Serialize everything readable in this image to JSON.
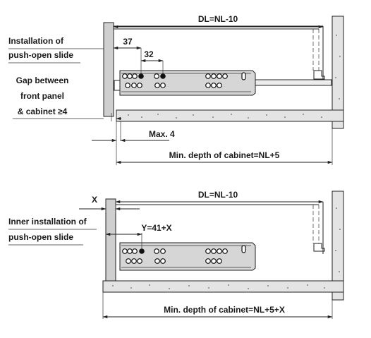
{
  "top": {
    "dl_label": "DL=NL-10",
    "install_label": [
      "Installation of",
      "push-open slide"
    ],
    "dim_37": "37",
    "dim_32": "32",
    "gap_label": [
      "Gap  between",
      "front panel",
      "& cabinet ≥4"
    ],
    "max_label": "Max. 4",
    "min_depth_label": "Min. depth of cabinet=NL+5"
  },
  "bottom": {
    "dl_label": "DL=NL-10",
    "x_label": "X",
    "inner_label": [
      "Inner installation of",
      "push-open slide"
    ],
    "y_label": "Y=41+X",
    "min_depth_label": "Min. depth of cabinet=NL+5+X"
  }
}
